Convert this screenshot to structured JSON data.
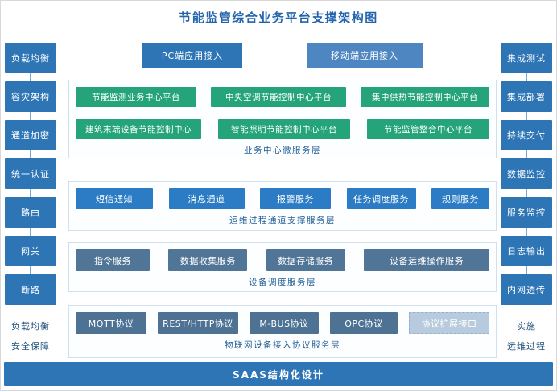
{
  "title": "节能监管综合业务平台支撑架构图",
  "left_sidebar": {
    "items": [
      "负载均衡",
      "容灾架构",
      "通道加密",
      "统一认证",
      "路由",
      "网关",
      "断路"
    ],
    "footer_lines": [
      "负载均衡",
      "安全保障"
    ]
  },
  "right_sidebar": {
    "items": [
      "集成测试",
      "集成部署",
      "持续交付",
      "数据监控",
      "服务监控",
      "日志输出",
      "内网透传"
    ],
    "footer_lines": [
      "实施",
      "运维过程"
    ]
  },
  "access_layer": {
    "pc_label": "PC端应用接入",
    "mobile_label": "移动端应用接入"
  },
  "business_layer": {
    "label": "业务中心微服务层",
    "row1": [
      "节能监测业务中心平台",
      "中央空调节能控制中心平台",
      "集中供热节能控制中心平台"
    ],
    "row2": [
      "建筑末端设备节能控制中心",
      "智能照明节能控制中心平台",
      "节能监管整合中心平台"
    ]
  },
  "channel_layer": {
    "label": "运维过程通道支撑服务层",
    "items": [
      "短信通知",
      "消息通道",
      "报警服务",
      "任务调度服务",
      "规则服务"
    ]
  },
  "device_layer": {
    "label": "设备调度服务层",
    "items": [
      "指令服务",
      "数据收集服务",
      "数据存储服务",
      "设备运维操作服务"
    ]
  },
  "protocol_layer": {
    "label": "物联网设备接入协议服务层",
    "items": [
      "MQTT协议",
      "REST/HTTP协议",
      "M-BUS协议",
      "OPC协议"
    ],
    "extension": "协议扩展接口"
  },
  "bottom_bar": {
    "label": "SAAS结构化设计"
  },
  "colors": {
    "primary_blue": "#2e75b6",
    "secondary_blue": "#4d86c0",
    "green": "#25a47a",
    "channel_blue": "#2b7cc4",
    "slate_blue": "#507596",
    "protocol_slate": "#4d7294",
    "extension_bg": "#b7cade",
    "label_navy": "#1d5c93",
    "title_blue": "#2464ac"
  }
}
